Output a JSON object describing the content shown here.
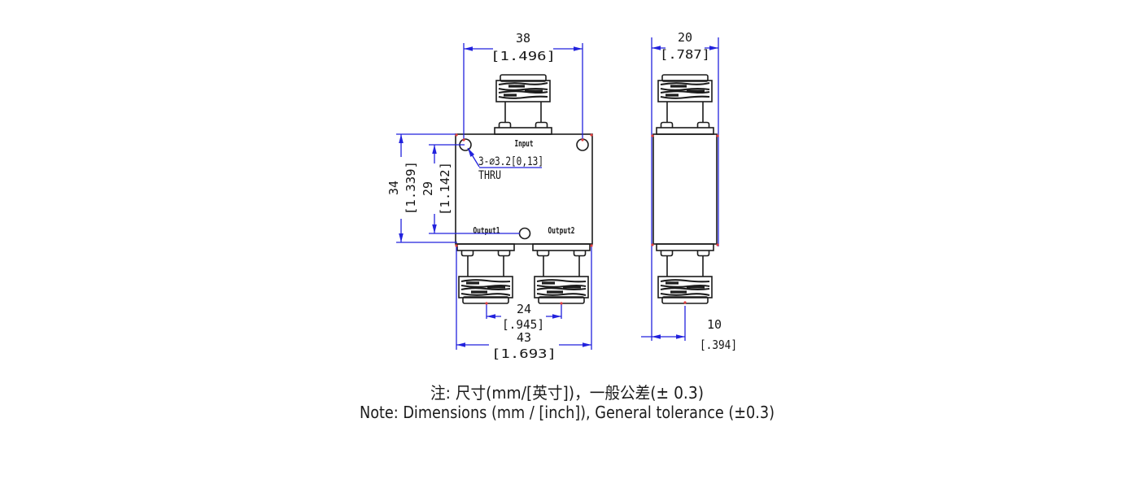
{
  "drawing": {
    "front_view": {
      "port_labels": {
        "input": "Input",
        "output1": "Output1",
        "output2": "Output2"
      },
      "hole_callout": {
        "line1": "3-∅3.2[0,13]",
        "line2": "THRU"
      },
      "dims": {
        "hole_spacing_horizontal": {
          "mm": "38",
          "inch": "[1.496]"
        },
        "body_height": {
          "mm": "34",
          "inch": "[1.339]"
        },
        "hole_spacing_vertical": {
          "mm": "29",
          "inch": "[1.142]"
        },
        "output_spacing": {
          "mm": "24",
          "inch": "[.945]"
        },
        "overall_width": {
          "mm": "43",
          "inch": "[1.693]"
        }
      }
    },
    "side_view": {
      "dims": {
        "body_depth": {
          "mm": "20",
          "inch": "[.787]"
        },
        "connector_offset": {
          "mm": "10",
          "inch": "[.394]"
        }
      }
    },
    "notes": {
      "zh": "注: 尺寸(mm/[英寸])，一般公差(± 0.3)",
      "en": "Note: Dimensions (mm / [inch]), General tolerance (±0.3)"
    },
    "colors": {
      "dimension_line": "#2222dd",
      "drawing_line": "#1c1c1c",
      "text": "#161616",
      "defpoint": "#e04040",
      "background": "#ffffff"
    }
  }
}
